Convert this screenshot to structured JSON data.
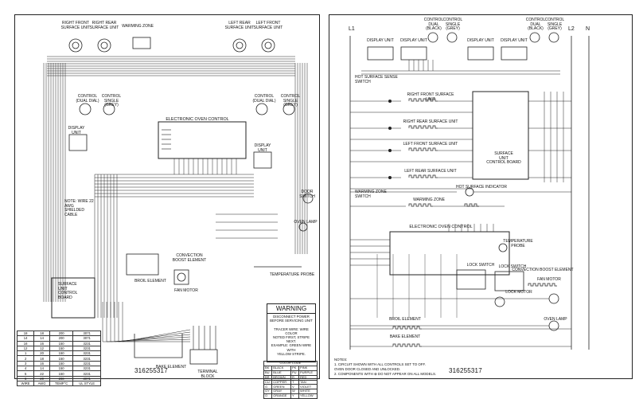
{
  "left_sheet": {
    "part_number": "316255317",
    "burners": [
      {
        "name": "right-front",
        "label": "RIGHT FRONT\nSURFACE UNIT"
      },
      {
        "name": "right-rear",
        "label": "RIGHT REAR\nSURFACE UNIT"
      },
      {
        "name": "left-rear",
        "label": "LEFT REAR\nSURFACE UNIT"
      },
      {
        "name": "left-front",
        "label": "LEFT FRONT\nSURFACE UNIT"
      }
    ],
    "labels": {
      "warming_zone": "WARMING ZONE",
      "control_dual": "CONTROL\n(DUAL DIAL)",
      "control_single": "CONTROL\nSINGLE (GREY)",
      "display_unit": "DISPLAY\nUNIT",
      "electronic_oven_control": "ELECTRONIC OVEN CONTROL",
      "oven_lamp": "OVEN LAMP",
      "door_switch": "DOOR SWITCH",
      "broil_element": "BROIL ELEMENT",
      "bake_element": "BAKE ELEMENT",
      "convection_element": "CONVECTION\nBOOST ELEMENT",
      "fan_motor": "FAN MOTOR",
      "temperature_probe": "TEMPERATURE PROBE",
      "terminal_block": "TERMINAL BLOCK",
      "surface_control_board": "SURFACE\nUNIT\nCONTROL\nBOARD",
      "note": "NOTE: WIRE 22 AWG\nSHIELDED CABLE"
    },
    "warning": {
      "title": "WARNING",
      "body": "DISCONNECT POWER\nBEFORE SERVICING UNIT\n\nTRACER WIRE: WIRE COLOR\nNOTED FIRST, STRIPE NEXT.\nEXAMPLE: GREEN WIRE WITH\nYELLOW STRIPE."
    },
    "wire_gauge_table": {
      "headers": [
        "WIRE",
        "AWG",
        "TEMP°C",
        "UL STYLE"
      ],
      "rows": [
        [
          "18",
          "18",
          "200",
          "3071"
        ],
        [
          "14",
          "14",
          "200",
          "3071"
        ],
        [
          "16",
          "16",
          "150",
          "3231"
        ],
        [
          "12",
          "12",
          "150",
          "3231"
        ],
        [
          "1",
          "20",
          "150",
          "3231"
        ],
        [
          "2",
          "18",
          "150",
          "3231"
        ],
        [
          "3",
          "16",
          "150",
          "3231"
        ],
        [
          "4",
          "14",
          "150",
          "3231"
        ],
        [
          "5",
          "22",
          "150",
          "3231"
        ],
        [
          "6",
          "20",
          "200",
          "3071"
        ]
      ]
    },
    "color_code": {
      "title": "COLOR CODE",
      "rows": [
        [
          "BK",
          "BLACK",
          "PK",
          "PINK"
        ],
        [
          "BU",
          "BLUE",
          "PU",
          "PURPLE"
        ],
        [
          "BR",
          "BROWN",
          "R",
          "RED"
        ],
        [
          "CU",
          "COPPER",
          "T",
          "TAN"
        ],
        [
          "G",
          "GREEN",
          "V",
          "VIOLET"
        ],
        [
          "GY",
          "GRAY",
          "W",
          "WHITE"
        ],
        [
          "O",
          "ORANGE",
          "Y",
          "YELLOW"
        ]
      ]
    }
  },
  "right_sheet": {
    "part_number": "316255317",
    "rails": {
      "l1": "L1",
      "l2": "L2",
      "n": "N"
    },
    "top_components": [
      {
        "label": "DISPLAY UNIT"
      },
      {
        "label": "DISPLAY UNIT"
      },
      {
        "label": "DISPLAY UNIT"
      },
      {
        "label": "DISPLAY UNIT"
      }
    ],
    "controls": [
      {
        "label": "CONTROL\nDUAL\n(BLACK)"
      },
      {
        "label": "CONTROL\nSINGLE\n(GREY)"
      },
      {
        "label": "CONTROL\nDUAL\n(BLACK)"
      },
      {
        "label": "CONTROL\nSINGLE\n(GREY)"
      }
    ],
    "ladder": [
      {
        "label": "HOT SURFACE SENSE SWITCH"
      },
      {
        "label": "RIGHT FRONT SURFACE UNIT"
      },
      {
        "label": "RIGHT REAR SURFACE UNIT"
      },
      {
        "label": "LEFT FRONT SURFACE UNIT"
      },
      {
        "label": "LEFT REAR SURFACE UNIT"
      }
    ],
    "labels": {
      "surface_control_board": "SURFACE\nUNIT\nCONTROL BOARD",
      "warming_zone": "WARMING ZONE",
      "warming_zone_switch": "WARMING ZONE SWITCH",
      "hot_surface_indicator": "HOT SURFACE INDICATOR",
      "electronic_oven_control": "ELECTRONIC OVEN CONTROL",
      "temperature_probe": "TEMPERATURE\nPROBE",
      "lock_switch": "LOCK SWITCH",
      "lock_motor": "LOCK MOTOR",
      "convection_element": "CONVECTION BOOST ELEMENT",
      "fan_motor": "FAN MOTOR",
      "oven_lamp": "OVEN LAMP",
      "broil_element": "BROIL ELEMENT",
      "bake_element": "BAKE ELEMENT"
    },
    "notes": [
      "NOTES:",
      "1.  CIRCUIT SHOWN WITH ALL CONTROLS SET TO OFF.",
      "     OVEN DOOR CLOSED AND UNLOCKED.",
      "2.  COMPONENTS WITH  ⊗  DO NOT APPEAR ON ALL MODELS."
    ]
  }
}
